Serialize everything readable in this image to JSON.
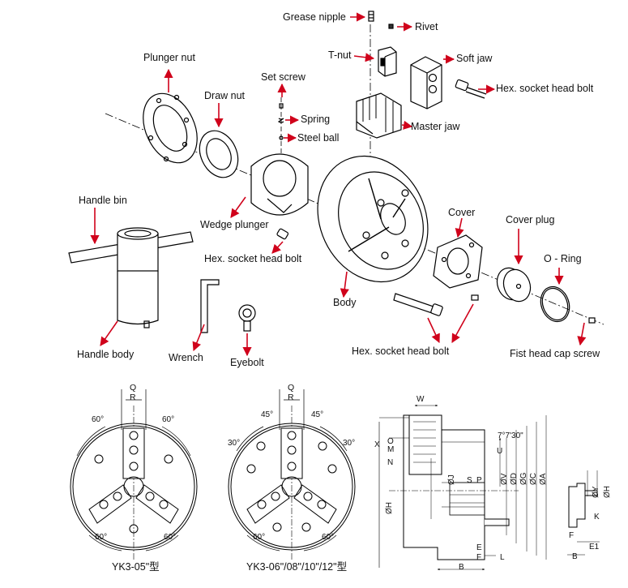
{
  "parts": {
    "grease_nipple": "Grease nipple",
    "rivet": "Rivet",
    "t_nut": "T-nut",
    "soft_jaw": "Soft jaw",
    "plunger_nut": "Plunger nut",
    "set_screw": "Set screw",
    "hex_bolt_top": "Hex. socket head bolt",
    "draw_nut": "Draw nut",
    "spring": "Spring",
    "master_jaw": "Master jaw",
    "steel_ball": "Steel ball",
    "handle_bin": "Handle bin",
    "cover": "Cover",
    "cover_plug": "Cover plug",
    "wedge_plunger": "Wedge plunger",
    "o_ring": "O - Ring",
    "hex_bolt_mid": "Hex. socket head bolt",
    "body": "Body",
    "hex_bolt_bottom": "Hex. socket head bolt",
    "fist_head_cap_screw": "Fist head cap screw",
    "handle_body": "Handle body",
    "wrench": "Wrench",
    "eyebolt": "Eyebolt"
  },
  "front_views": {
    "left": {
      "caption": "YK3-05\"型",
      "dim_q": "Q",
      "dim_r": "R",
      "angle_tl": "60°",
      "angle_tr": "60°",
      "angle_bl": "60°",
      "angle_br": "60°"
    },
    "right": {
      "caption": "YK3-06\"/08\"/10\"/12\"型",
      "dim_q": "Q",
      "dim_r": "R",
      "angle_tl": "45°",
      "angle_tr": "45°",
      "angle_l": "30°",
      "angle_r": "30°",
      "angle_bl": "60°",
      "angle_br": "60°"
    }
  },
  "section_view": {
    "w": "W",
    "x": "X",
    "o": "O",
    "m": "M",
    "n": "N",
    "h": "ØH",
    "angle": "7°7'30\"",
    "u": "U",
    "j": "ØJ",
    "s": "S",
    "p": "P",
    "v": "ØV",
    "d": "ØD",
    "g": "ØG",
    "c": "ØC",
    "a": "ØA",
    "e": "E",
    "f": "F",
    "l": "L",
    "b": "B"
  },
  "jaw_view": {
    "y": "ØY",
    "h": "ØH",
    "k": "K",
    "f": "F",
    "e1": "E1",
    "b": "B"
  }
}
